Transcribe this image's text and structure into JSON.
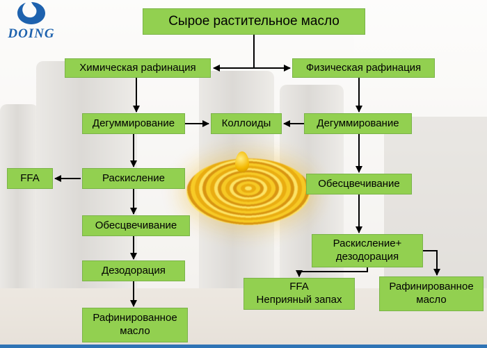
{
  "logo": {
    "brand": "DOING"
  },
  "nodes": {
    "crude_oil": "Сырое растительное масло",
    "chemical_refining": "Химическая рафинация",
    "physical_refining": "Физическая рафинация",
    "degumming_left": "Дегуммирование",
    "colloids": "Коллоиды",
    "degumming_right": "Дегуммирование",
    "ffa": "FFA",
    "deacidification": "Раскисление",
    "bleaching_left": "Обесцвечивание",
    "bleaching_right": "Обесцвечивание",
    "deodorization": "Дезодорация",
    "refined_oil_left": "Рафинированное\nмасло",
    "deacidification_deodorization": "Раскисление+\nдезодорация",
    "ffa_odor": "FFA\nНеприяный запах",
    "refined_oil_right": "Рафинированное\nмасло"
  },
  "edges": [
    {
      "from": "crude_oil",
      "to": "chemical_refining"
    },
    {
      "from": "crude_oil",
      "to": "physical_refining"
    },
    {
      "from": "chemical_refining",
      "to": "degumming_left"
    },
    {
      "from": "degumming_left",
      "to": "colloids"
    },
    {
      "from": "degumming_right",
      "to": "colloids"
    },
    {
      "from": "physical_refining",
      "to": "degumming_right"
    },
    {
      "from": "degumming_left",
      "to": "deacidification"
    },
    {
      "from": "deacidification",
      "to": "ffa"
    },
    {
      "from": "deacidification",
      "to": "bleaching_left"
    },
    {
      "from": "bleaching_left",
      "to": "deodorization"
    },
    {
      "from": "deodorization",
      "to": "refined_oil_left"
    },
    {
      "from": "degumming_right",
      "to": "bleaching_right"
    },
    {
      "from": "bleaching_right",
      "to": "deacidification_deodorization"
    },
    {
      "from": "deacidification_deodorization",
      "to": "ffa_odor"
    },
    {
      "from": "deacidification_deodorization",
      "to": "refined_oil_right"
    }
  ],
  "colors": {
    "node_green": "#92d050",
    "node_border": "#7ab348",
    "logo_blue": "#1e62ae",
    "bottom_bar": "#2e74b5",
    "oil_gold": "#f0b400",
    "arrow": "#000000"
  }
}
